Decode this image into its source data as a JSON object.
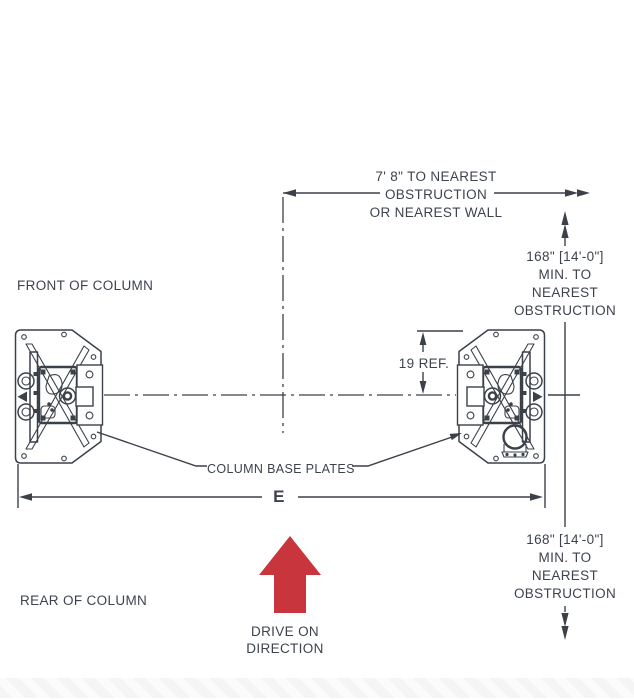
{
  "colors": {
    "line": "#3b4149",
    "text": "#3d434d",
    "accent_red": "#c9353c",
    "band": "#f5f5f6"
  },
  "labels": {
    "front_of_column": "FRONT OF COLUMN",
    "rear_of_column": "REAR OF COLUMN",
    "nearest_obstruction_top": "7' 8\" TO NEAREST\nOBSTRUCTION\nOR NEAREST WALL",
    "min_clearance_upper": "168\" [14'-0\"]\nMIN. TO\nNEAREST\nOBSTRUCTION",
    "min_clearance_lower": "168\" [14'-0\"]\nMIN. TO\nNEAREST\nOBSTRUCTION",
    "ref_dimension": "19 REF.",
    "column_base_plates": "COLUMN BASE PLATES",
    "dimension_e": "E",
    "drive_on_direction": "DRIVE ON\nDIRECTION"
  }
}
